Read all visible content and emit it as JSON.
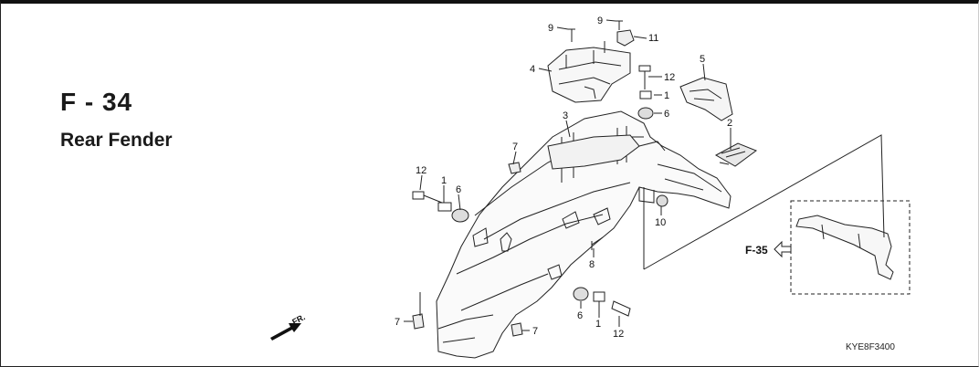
{
  "section": {
    "code": "F - 34",
    "title": "Rear Fender"
  },
  "reference_code": "KYE8F3400",
  "cross_reference": "F-35",
  "direction_label": "FR.",
  "callouts": [
    "9",
    "9",
    "11",
    "4",
    "12",
    "5",
    "1",
    "6",
    "3",
    "2",
    "7",
    "12",
    "1",
    "6",
    "10",
    "F-35",
    "8",
    "7",
    "6",
    "1",
    "7",
    "12"
  ]
}
